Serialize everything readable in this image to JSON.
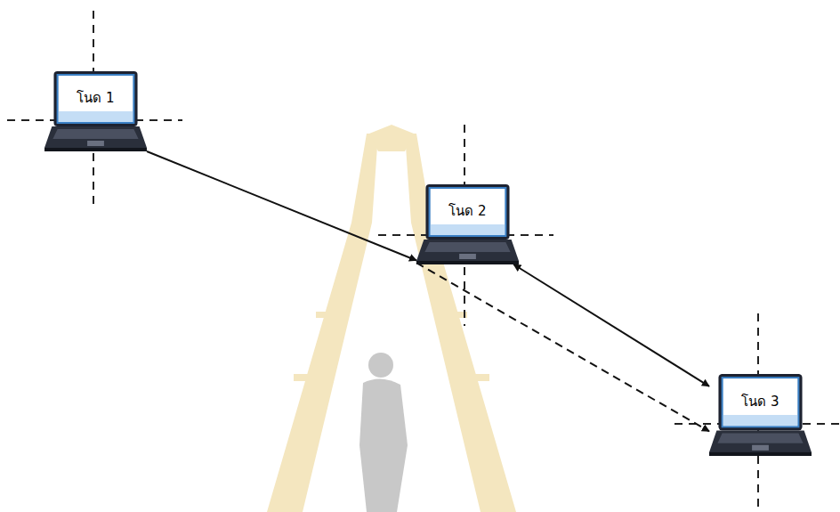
{
  "diagram": {
    "nodes": [
      {
        "text": [
          "โนด 1"
        ]
      },
      {
        "text": [
          "โนด 2"
        ]
      },
      {
        "text": [
          "โนด 3"
        ]
      }
    ],
    "edges": [
      {
        "from": 0,
        "to": 1,
        "arrow": "to"
      },
      {
        "from": 1,
        "to": 2,
        "arrow": "to"
      },
      {
        "from": 1,
        "to": 2,
        "arrow": "both"
      }
    ]
  }
}
